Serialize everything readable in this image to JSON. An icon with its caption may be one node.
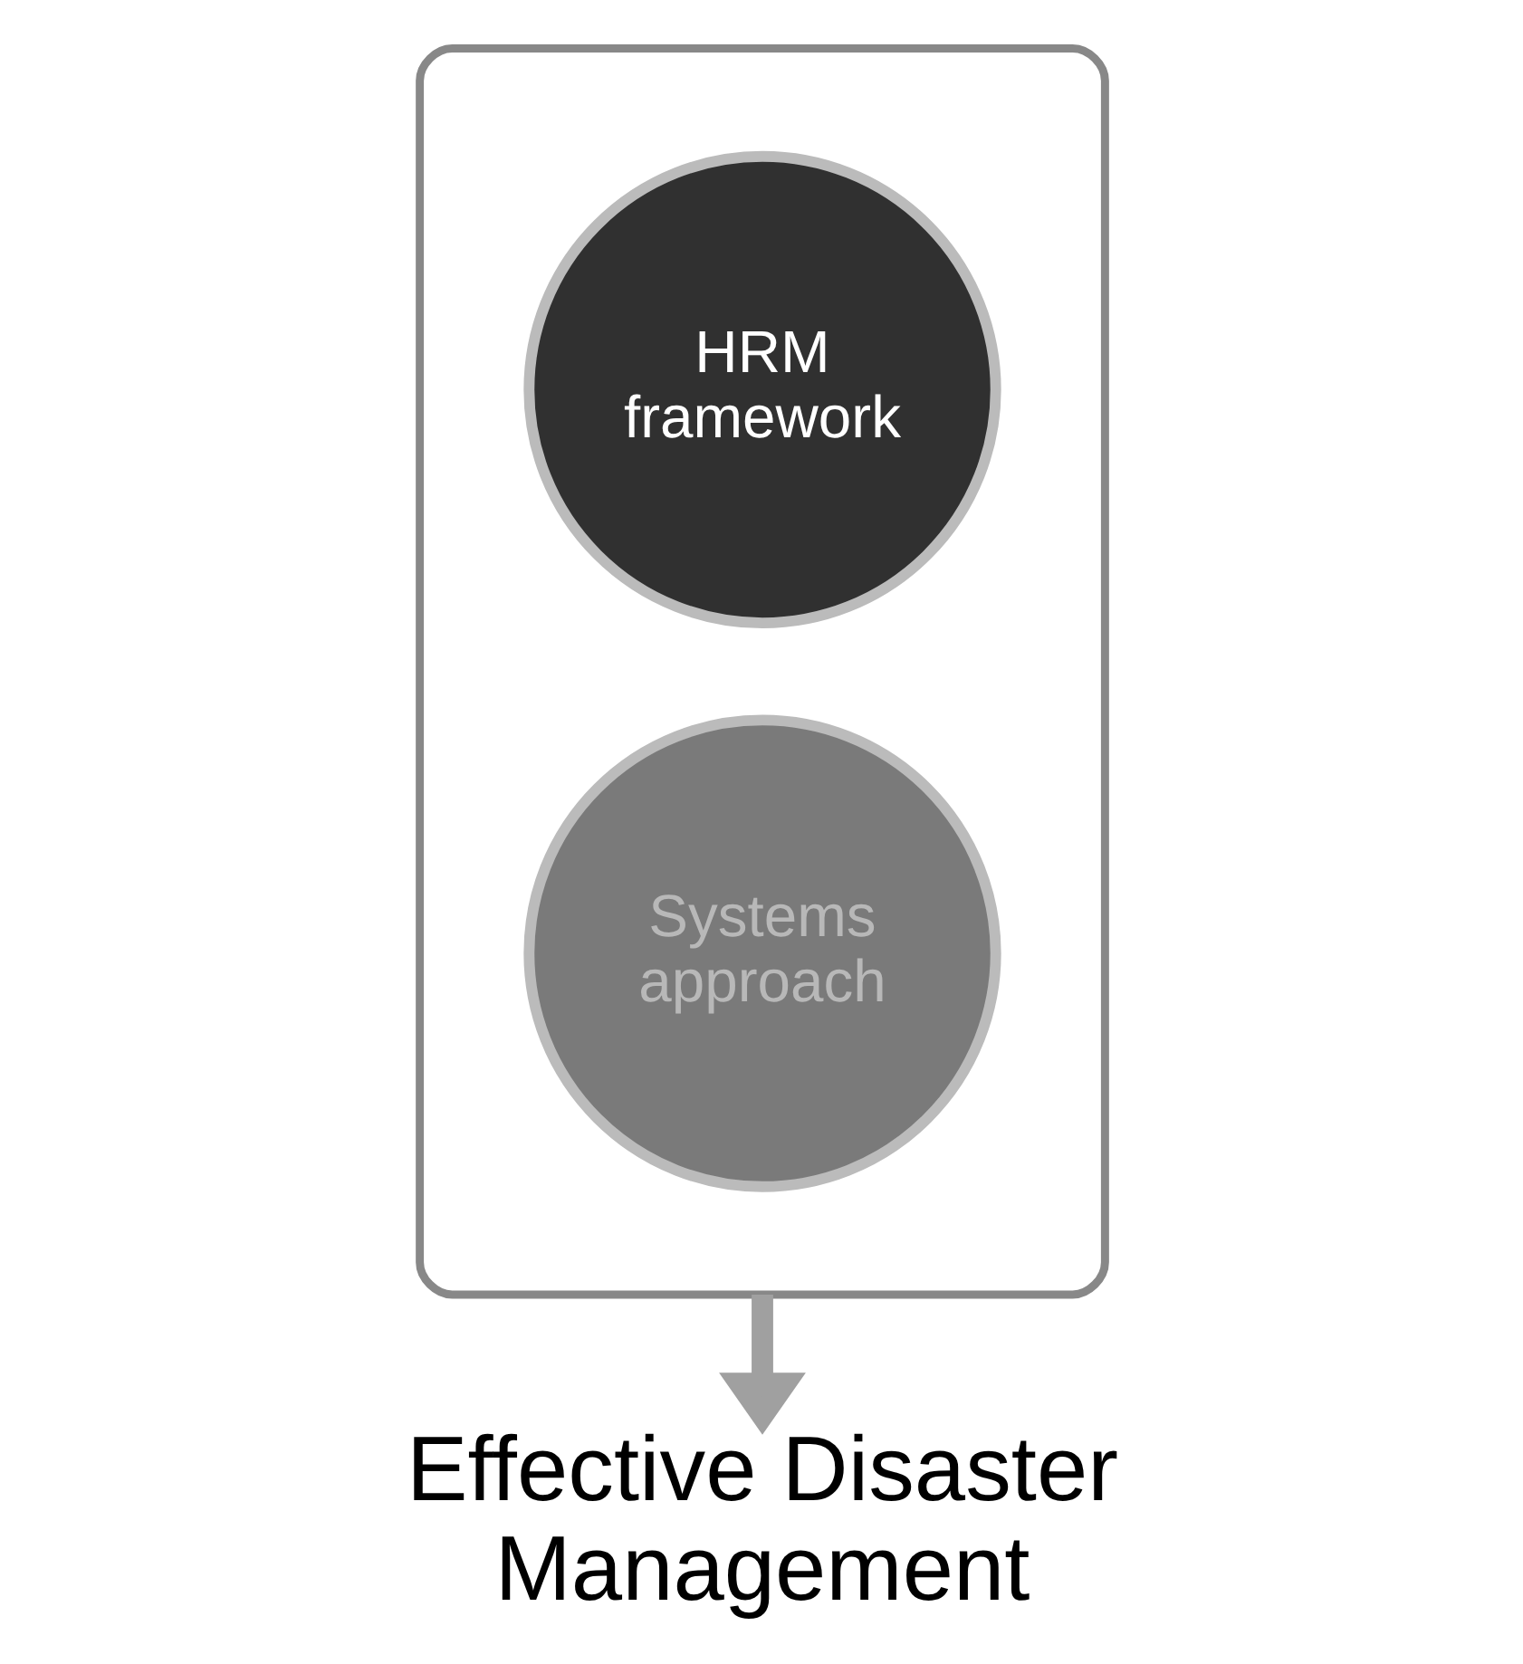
{
  "diagram": {
    "nodes": [
      {
        "text": [],
        "shape": "funnel"
      },
      {
        "text": [
          "HRM framework"
        ],
        "in": 0
      },
      {
        "text": [
          "Systems approach"
        ],
        "in": 0
      },
      {
        "text": [
          "Effective Disaster Management"
        ]
      }
    ],
    "edges": [
      {
        "from": 0,
        "to": 3,
        "arrow": "to"
      }
    ]
  }
}
